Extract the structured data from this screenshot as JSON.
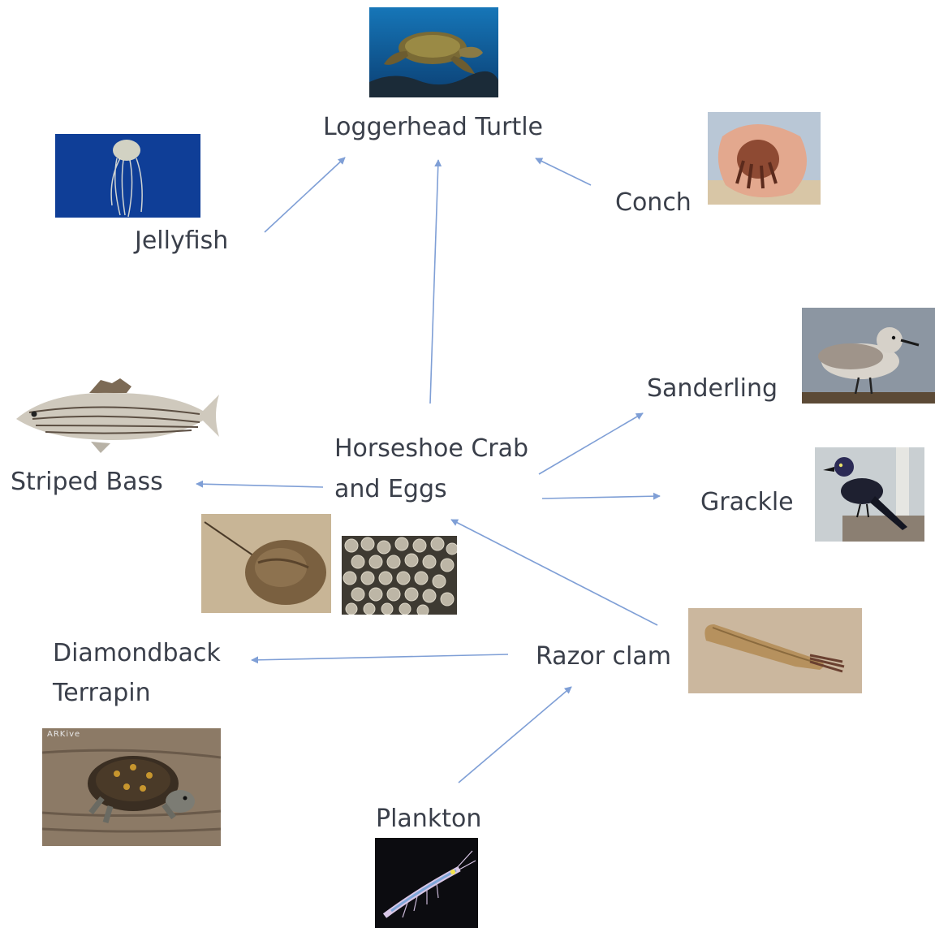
{
  "diagram": {
    "labels": {
      "loggerhead": "Loggerhead Turtle",
      "jellyfish": "Jellyfish",
      "conch": "Conch",
      "sanderling": "Sanderling",
      "grackle": "Grackle",
      "striped_bass": "Striped Bass",
      "horseshoe_line1": "Horseshoe Crab",
      "horseshoe_line2": "and Eggs",
      "diamondback_line1": "Diamondback",
      "diamondback_line2": "Terrapin",
      "razor_clam": "Razor clam",
      "plankton": "Plankton"
    },
    "image_watermark": "ARKive",
    "edges": [
      {
        "from": "Jellyfish",
        "to": "Loggerhead Turtle"
      },
      {
        "from": "Horseshoe Crab and Eggs",
        "to": "Loggerhead Turtle"
      },
      {
        "from": "Conch",
        "to": "Loggerhead Turtle"
      },
      {
        "from": "Horseshoe Crab and Eggs",
        "to": "Sanderling"
      },
      {
        "from": "Horseshoe Crab and Eggs",
        "to": "Grackle"
      },
      {
        "from": "Horseshoe Crab and Eggs",
        "to": "Striped Bass"
      },
      {
        "from": "Razor clam",
        "to": "Horseshoe Crab and Eggs"
      },
      {
        "from": "Razor clam",
        "to": "Diamondback Terrapin"
      },
      {
        "from": "Plankton",
        "to": "Razor clam"
      }
    ],
    "arrow_color": "#7f9fd6"
  }
}
